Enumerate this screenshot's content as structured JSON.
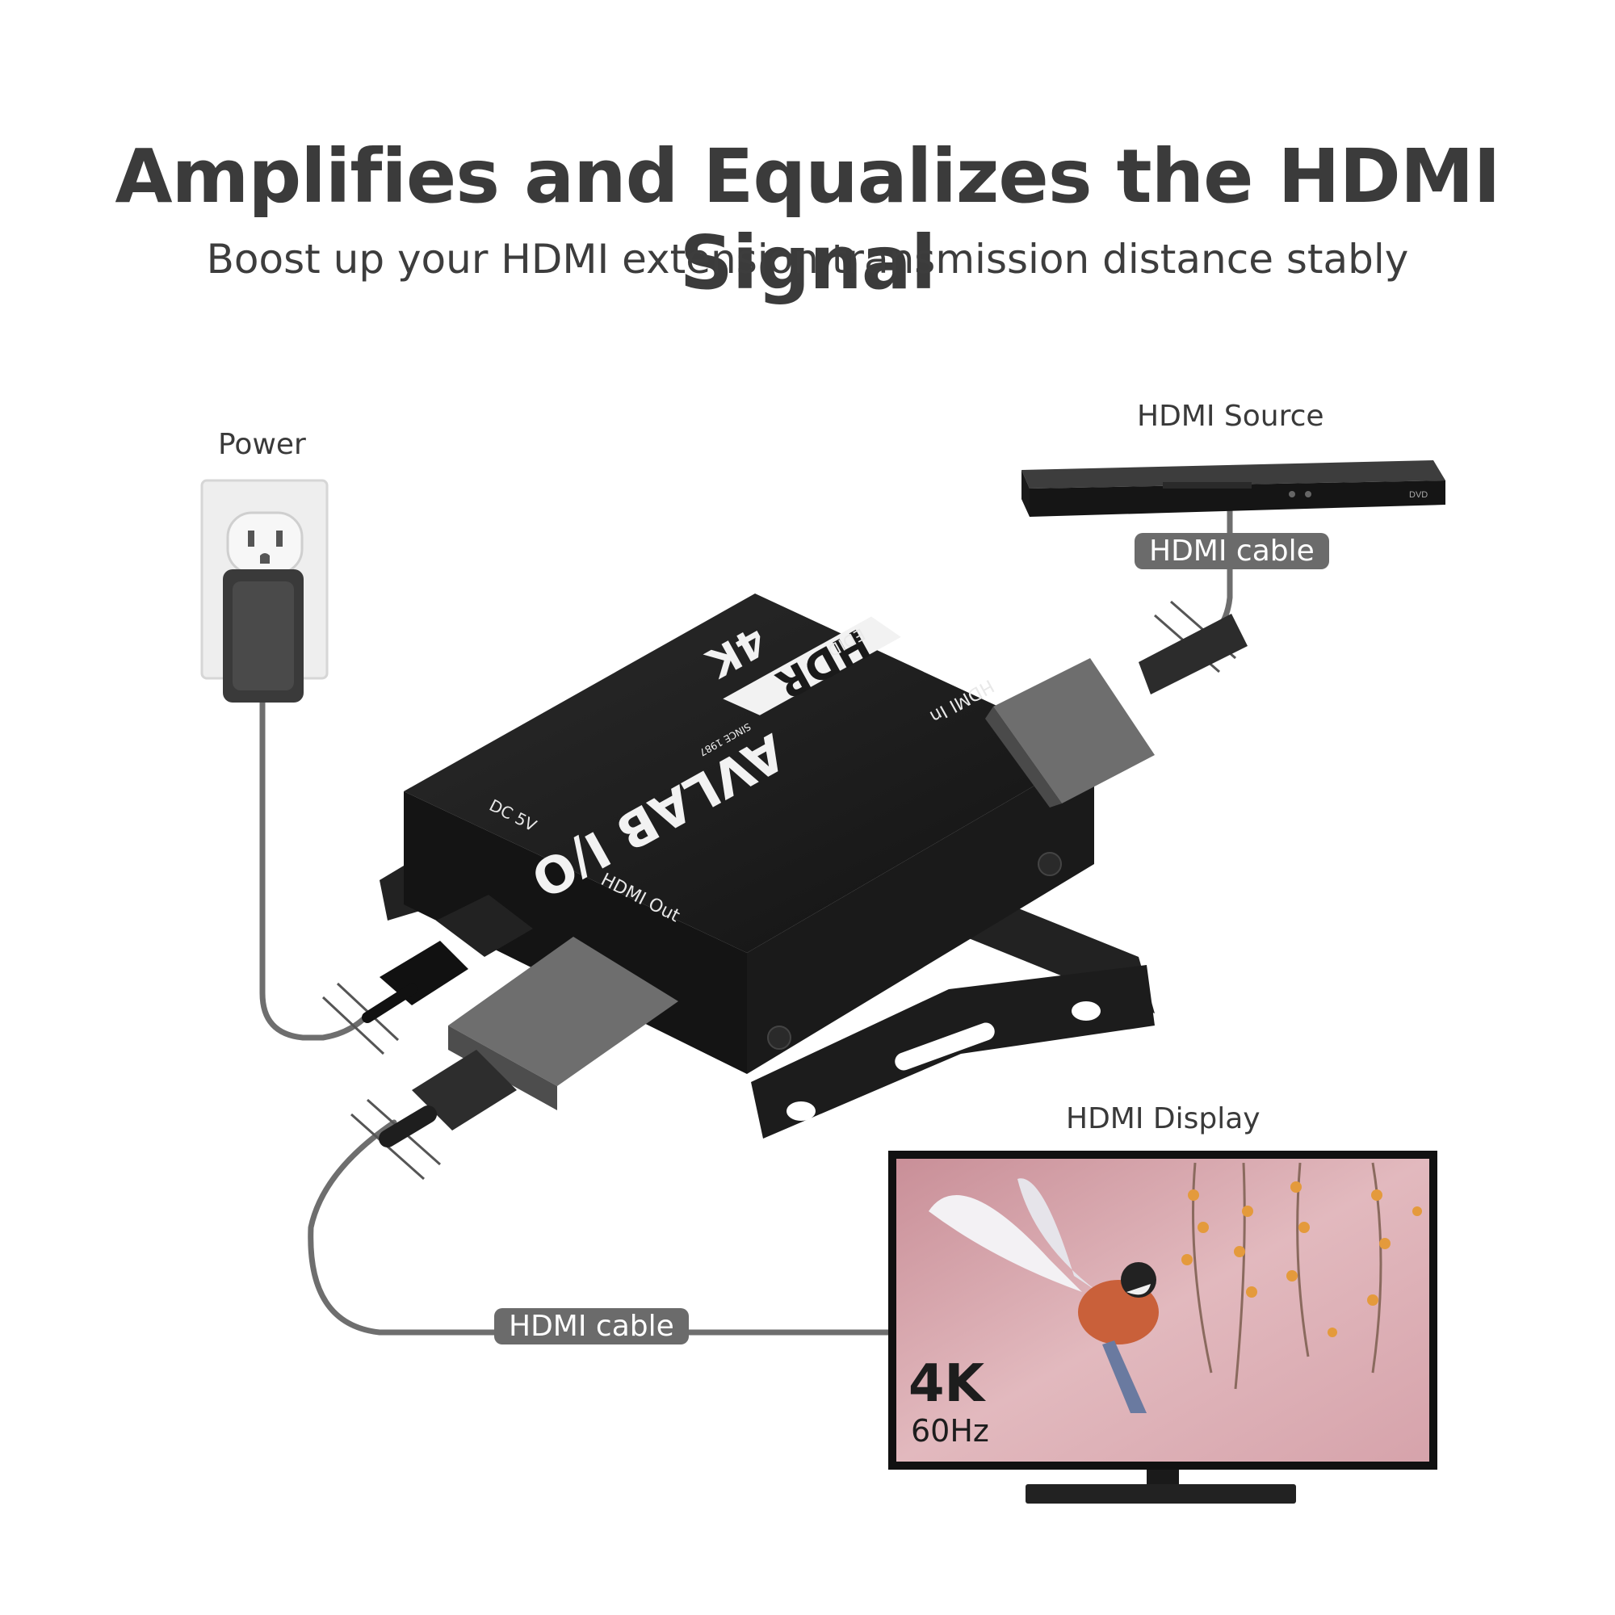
{
  "title": "Amplifies and Equalizes the HDMI Signal",
  "subtitle": "Boost up your HDMI extension transmission distance stably",
  "labels": {
    "power": "Power",
    "source": "HDMI Source",
    "display": "HDMI Display"
  },
  "cables": {
    "top": "HDMI cable",
    "bottom": "HDMI cable"
  },
  "device": {
    "brand": "AVLAB I/O",
    "brand_tag": "SINCE 1987",
    "badge_4k": "4K",
    "badge_hdr": "HDR",
    "edid": "EDID",
    "hdmi_in": "HDMI In",
    "hdmi_out": "HDMI Out",
    "dc": "DC 5V"
  },
  "tv": {
    "res": "4K",
    "hz": "60Hz"
  },
  "dvd_logo": "DVD",
  "colors": {
    "text": "#3b3b3b",
    "cable": "#6b6b6b",
    "device": "#1e1e1e",
    "screen": "#d9a7ae"
  }
}
